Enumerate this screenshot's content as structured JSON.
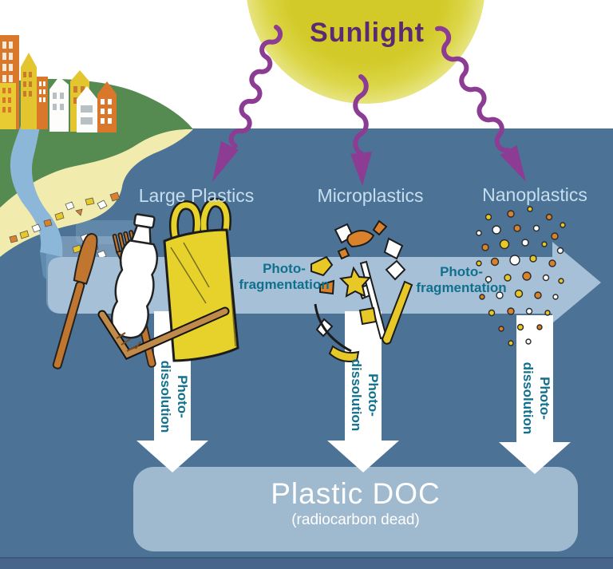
{
  "diagram": {
    "sunlight": {
      "label": "Sunlight"
    },
    "stages": [
      {
        "label": "Large Plastics"
      },
      {
        "label": "Microplastics"
      },
      {
        "label": "Nanoplastics"
      }
    ],
    "fragmentation": {
      "line1": "Photo-",
      "line2": "fragmentation"
    },
    "dissolution": {
      "line1": "Photo-",
      "line2": "dissolution"
    },
    "doc": {
      "title": "Plastic DOC",
      "subtitle": "(radiocarbon dead)"
    },
    "icons": [
      "sun-icon",
      "uv-ray-icon",
      "city-icon",
      "river-icon",
      "beach-icon",
      "beach-litter-icon",
      "knife-icon",
      "fork-icon",
      "plastic-bottle-icon",
      "plastic-bag-icon",
      "straw-icon",
      "microplastic-fragments-icon",
      "nanoplastic-particles-icon",
      "fragmentation-band-arrow-icon",
      "dissolution-arrow-icon"
    ],
    "colors": {
      "sky": "#ffffff",
      "ocean": "#4c7296",
      "seafloor_strip": "#47658a",
      "sun": "#d2ca28",
      "uv_arrow": "#8d3c94",
      "sunlight_text": "#5c2a72",
      "stage_label": "#c6deee",
      "band_arrow": "#a6c0d7",
      "teal_text": "#10708e",
      "doc_box": "#9fb9cf",
      "doc_text": "#ffffff",
      "sand": "#f1ecae",
      "land": "#558a50",
      "river": "#8db7d8",
      "plastic_orange": "#d9822b",
      "plastic_yellow": "#e8c826",
      "plastic_white": "#ffffff"
    }
  }
}
